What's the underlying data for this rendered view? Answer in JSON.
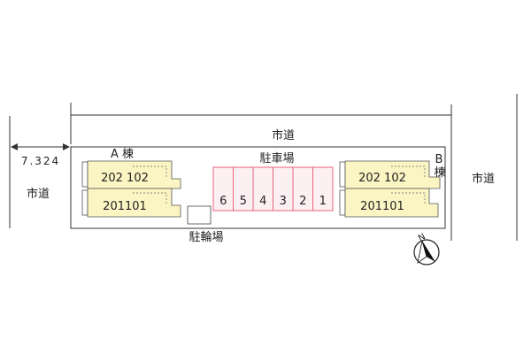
{
  "roads": {
    "top": "市道",
    "left": "市道",
    "right": "市道",
    "width_label": "7.324"
  },
  "parking": {
    "label": "駐車場",
    "spaces": [
      "6",
      "5",
      "4",
      "3",
      "2",
      "1"
    ],
    "color": "#e8637d",
    "fill": "#fdf0f3"
  },
  "bicycle_parking": {
    "label": "駐輪場"
  },
  "buildings": {
    "a": {
      "label": "A 棟",
      "upper_units": "202 102",
      "lower_units": "201101"
    },
    "b": {
      "label_letter": "B",
      "label_suffix": "棟",
      "upper_units": "202 102",
      "lower_units": "201101"
    },
    "fill": "#fbf4c3"
  },
  "compass": {
    "letter": "N"
  }
}
